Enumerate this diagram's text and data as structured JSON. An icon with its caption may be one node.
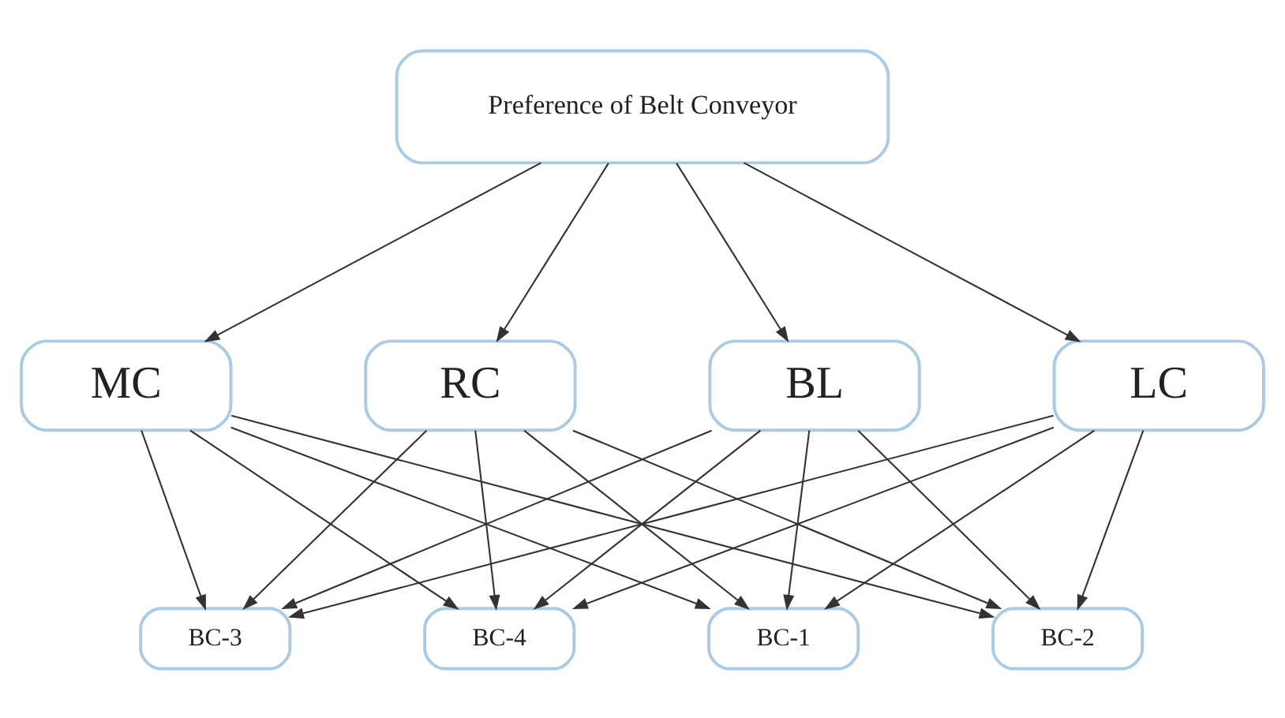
{
  "diagram": {
    "nodes": [
      {
        "text": [
          "Preference of Belt Conveyor"
        ]
      },
      {
        "text": [
          "BL"
        ]
      },
      {
        "text": [
          "LC"
        ]
      },
      {
        "text": [
          "MC"
        ]
      },
      {
        "text": [
          "RC"
        ]
      },
      {
        "text": [
          "BC-1"
        ]
      },
      {
        "text": [
          "BC-2"
        ]
      },
      {
        "text": [
          "BC-3"
        ]
      },
      {
        "text": [
          "BC-4"
        ]
      }
    ],
    "edges": [
      {
        "from": 0,
        "to": 1,
        "arrow": "to"
      },
      {
        "from": 0,
        "to": 2,
        "arrow": "to"
      },
      {
        "from": 0,
        "to": 3,
        "arrow": "to"
      },
      {
        "from": 0,
        "to": 4,
        "arrow": "to"
      },
      {
        "from": 1,
        "to": 5,
        "arrow": "to"
      },
      {
        "from": 1,
        "to": 6,
        "arrow": "to"
      },
      {
        "from": 1,
        "to": 7,
        "arrow": "to"
      },
      {
        "from": 1,
        "to": 8,
        "arrow": "to"
      },
      {
        "from": 2,
        "to": 5,
        "arrow": "to"
      },
      {
        "from": 2,
        "to": 6,
        "arrow": "to"
      },
      {
        "from": 2,
        "to": 7,
        "arrow": "to"
      },
      {
        "from": 2,
        "to": 8,
        "arrow": "to"
      },
      {
        "from": 3,
        "to": 5,
        "arrow": "to"
      },
      {
        "from": 3,
        "to": 6,
        "arrow": "to"
      },
      {
        "from": 3,
        "to": 7,
        "arrow": "to"
      },
      {
        "from": 3,
        "to": 8,
        "arrow": "to"
      },
      {
        "from": 4,
        "to": 5,
        "arrow": "to"
      },
      {
        "from": 4,
        "to": 6,
        "arrow": "to"
      },
      {
        "from": 4,
        "to": 7,
        "arrow": "to"
      },
      {
        "from": 4,
        "to": 8,
        "arrow": "to"
      }
    ]
  }
}
